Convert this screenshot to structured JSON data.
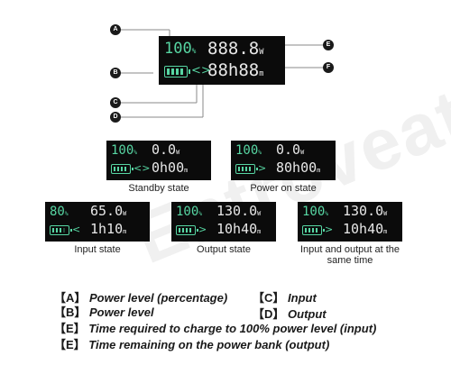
{
  "watermark": "Entroveat",
  "markers": {
    "a": "A",
    "b": "B",
    "c": "C",
    "d": "D",
    "e": "E",
    "f": "F"
  },
  "main_display": {
    "percent": "100",
    "percent_unit": "%",
    "power": "888.8",
    "power_unit": "W",
    "time": "88h88",
    "time_unit": "m",
    "arrows": "<>"
  },
  "states": [
    {
      "caption": "Standby state",
      "percent": "100",
      "power": "0.0",
      "arrow": "<>",
      "time": "0h00",
      "batt_cells": 4
    },
    {
      "caption": "Power on state",
      "percent": "100",
      "power": "0.0",
      "arrow": ">",
      "time": "80h00",
      "batt_cells": 4
    },
    {
      "caption": "Input state",
      "percent": "80",
      "power": "65.0",
      "arrow": "<",
      "time": "1h10",
      "batt_cells": 3
    },
    {
      "caption": "Output state",
      "percent": "100",
      "power": "130.0",
      "arrow": ">",
      "time": "10h40",
      "batt_cells": 4
    },
    {
      "caption": "Input and output at the same time",
      "percent": "100",
      "power": "130.0",
      "arrow": ">",
      "time": "10h40",
      "batt_cells": 4
    }
  ],
  "units": {
    "percent": "%",
    "power": "W",
    "time": "m"
  },
  "legend": {
    "a": {
      "key": "【A】",
      "text": "Power level (percentage)"
    },
    "b": {
      "key": "【B】",
      "text": "Power level"
    },
    "c": {
      "key": "【C】",
      "text": "Input"
    },
    "d": {
      "key": "【D】",
      "text": "Output"
    },
    "e": {
      "key": "【E】",
      "text": "Time required to charge  to 100% power level (input)"
    },
    "f": {
      "key": "【E】",
      "text": "Time remaining on the power bank (output)"
    }
  },
  "colors": {
    "lcd_bg": "#0b0b0b",
    "lcd_green": "#57d6a3",
    "lcd_white": "#e8e8e8"
  }
}
